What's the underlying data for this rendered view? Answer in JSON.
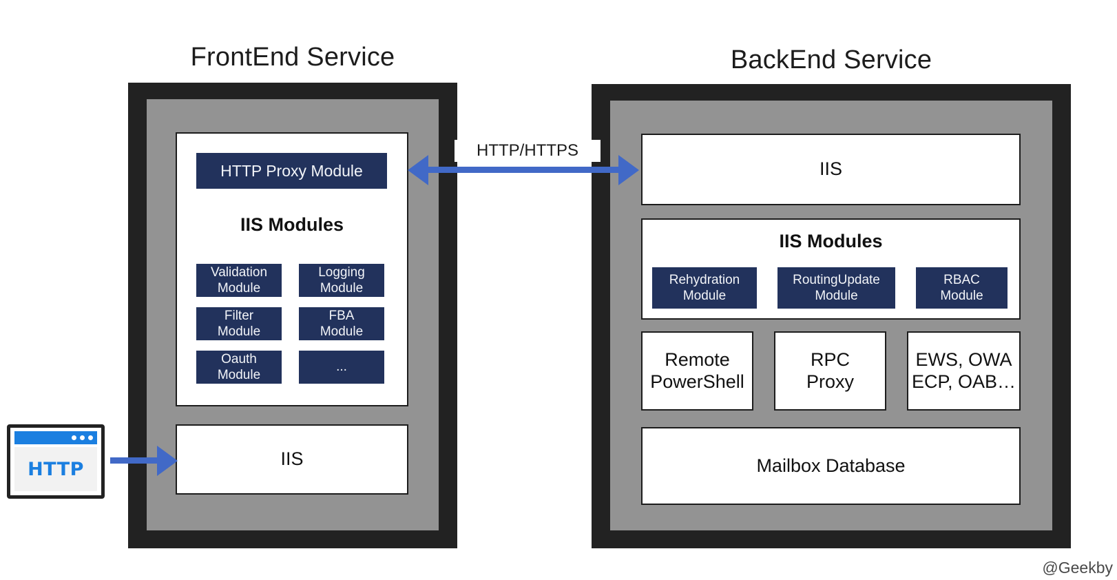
{
  "diagram": {
    "watermark": "@Geekby",
    "colors": {
      "navy_chip": "#22325c",
      "gray_panel": "#939393",
      "frame_dark": "#222222",
      "arrow_blue": "#4169c7",
      "browser_blue": "#1b7fe0"
    }
  },
  "client": {
    "icon": "browser-window-icon",
    "label": "HTTP"
  },
  "connections": {
    "client_to_frontend": {
      "label": "",
      "direction": "right"
    },
    "frontend_to_backend": {
      "label": "HTTP/HTTPS",
      "direction": "bidirectional"
    }
  },
  "frontend": {
    "title": "FrontEnd Service",
    "modules_panel": {
      "http_proxy_module": "HTTP Proxy Module",
      "section_label": "IIS Modules",
      "chips": [
        "Validation\nModule",
        "Logging\nModule",
        "Filter\nModule",
        "FBA\nModule",
        "Oauth\nModule",
        "..."
      ]
    },
    "iis": "IIS"
  },
  "backend": {
    "title": "BackEnd Service",
    "iis": "IIS",
    "modules_panel": {
      "section_label": "IIS Modules",
      "chips": [
        "Rehydration\nModule",
        "RoutingUpdate\nModule",
        "RBAC\nModule"
      ]
    },
    "services": [
      "Remote\nPowerShell",
      "RPC\nProxy",
      "EWS, OWA\nECP, OAB…"
    ],
    "database": "Mailbox Database"
  }
}
